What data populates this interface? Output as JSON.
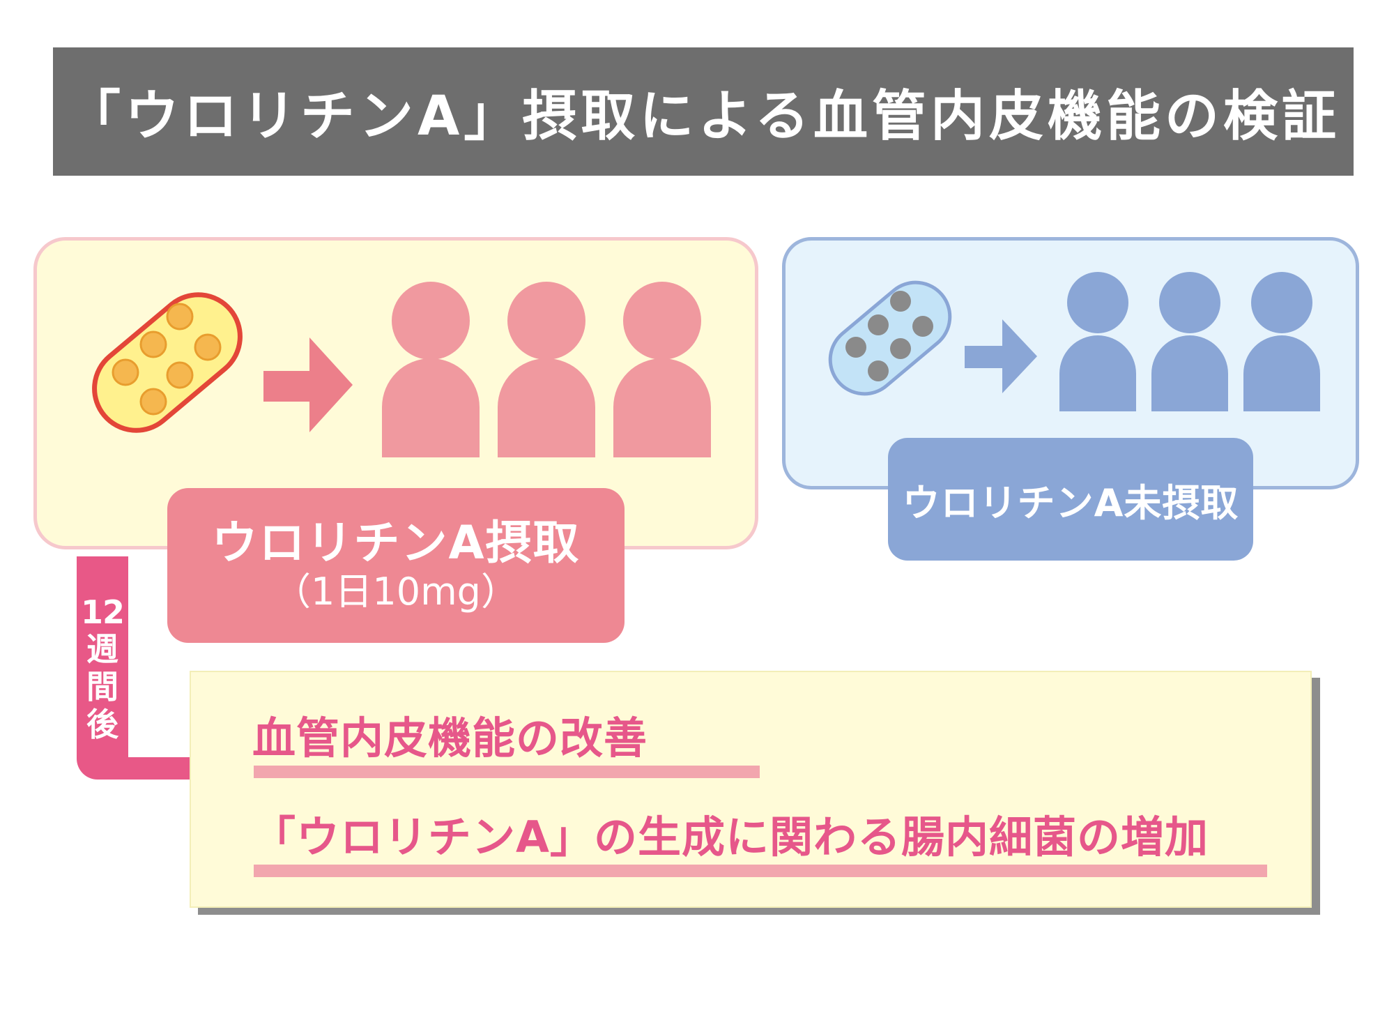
{
  "title": "「ウロリチンA」摂取による血管内皮機能の検証",
  "intake_group": {
    "label_main": "ウロリチンA摂取",
    "label_sub": "（1日10mg）",
    "color_panel": "#fffbd8",
    "color_border": "#f6c8cc",
    "color_person": "#f0999f",
    "color_arrow": "#ec7f8a",
    "color_label": "#ee8893",
    "color_capsule": "#fff18e",
    "color_capsule_border": "#e34638",
    "color_capsule_dot": "#f5b74f"
  },
  "control_group": {
    "label": "ウロリチンA未摂取",
    "color_panel": "#e6f3fc",
    "color_border": "#9db5dc",
    "color_person": "#8aa6d6",
    "color_capsule": "#c3e3f7",
    "color_capsule_dot": "#8a8a8a"
  },
  "flow": {
    "number": "12",
    "chars": [
      "週",
      "間",
      "後"
    ],
    "color": "#e85887"
  },
  "results": [
    "血管内皮機能の改善",
    "「ウロリチンA」の生成に関わる腸内細菌の増加"
  ]
}
